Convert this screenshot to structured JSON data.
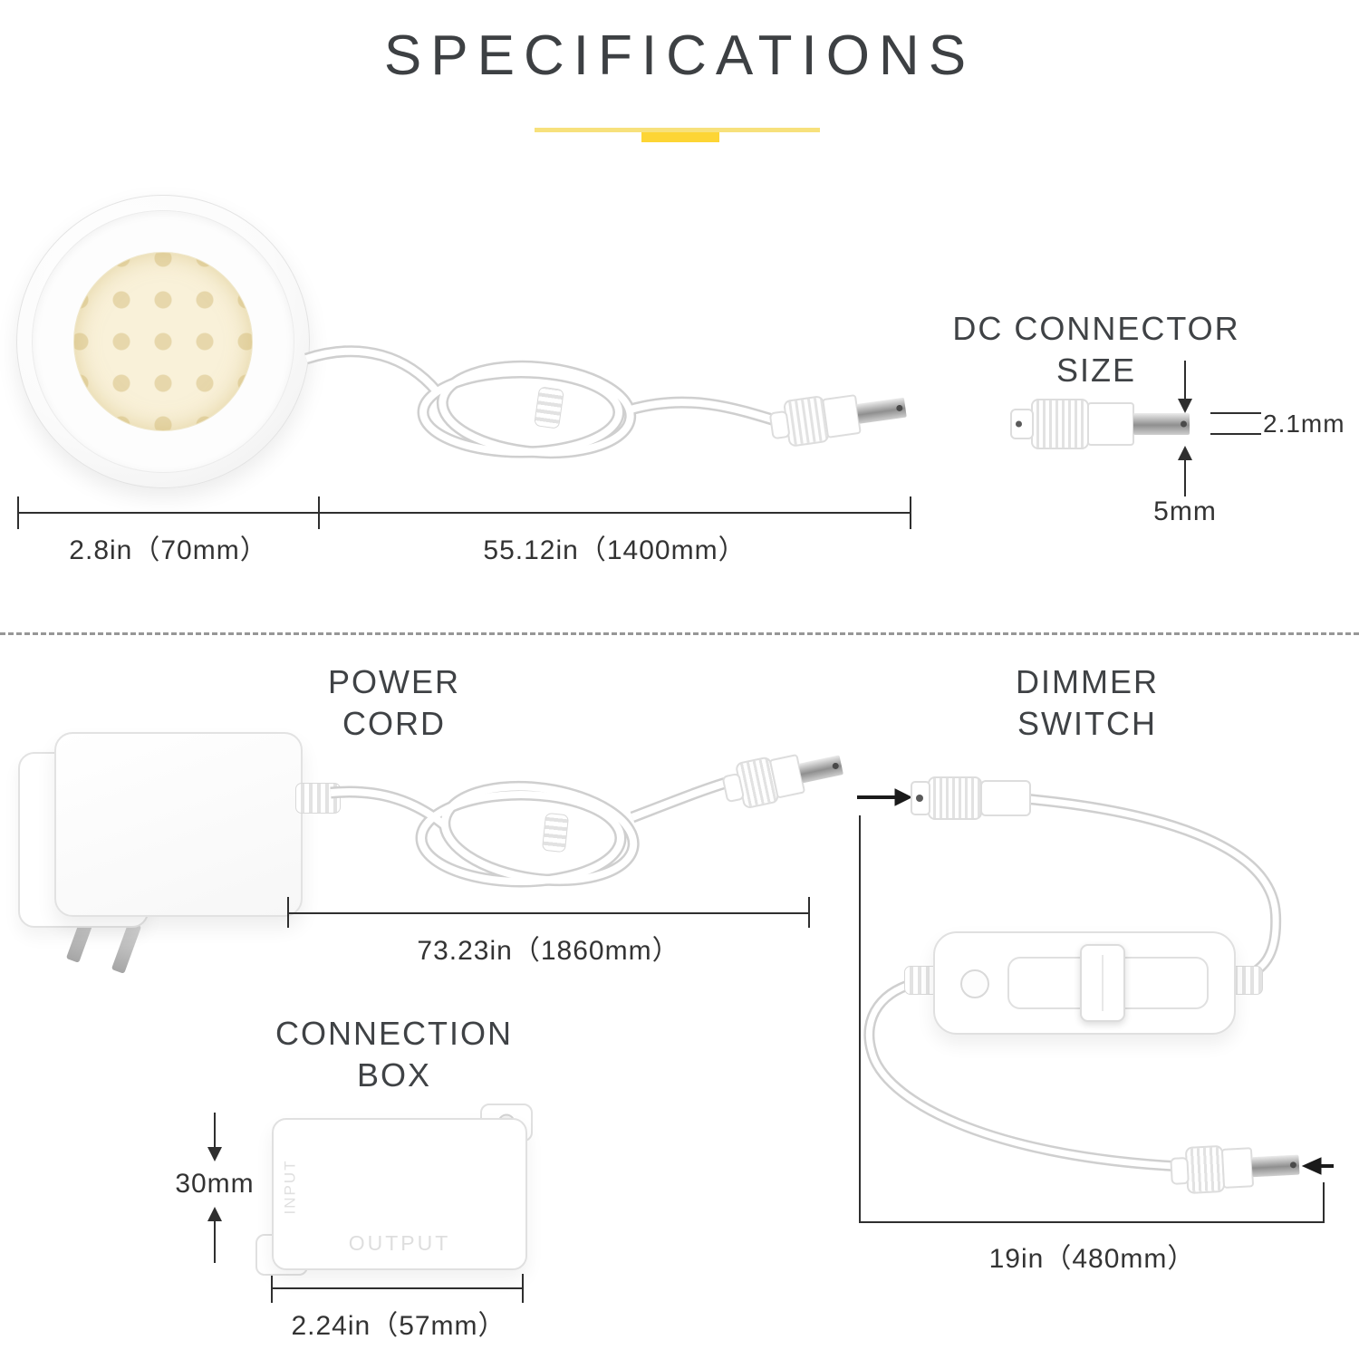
{
  "title": "SPECIFICATIONS",
  "puck": {
    "dimension": "2.8in（70mm）"
  },
  "cord": {
    "dimension": "55.12in（1400mm）"
  },
  "dc_connector": {
    "title_line1": "DC CONNECTOR",
    "title_line2": "SIZE",
    "inner_diameter": "2.1mm",
    "outer_diameter": "5mm"
  },
  "power_cord": {
    "title_line1": "POWER",
    "title_line2": "CORD",
    "dimension": "73.23in（1860mm）"
  },
  "dimmer": {
    "title_line1": "DIMMER",
    "title_line2": "SWITCH",
    "dimension": "19in（480mm）"
  },
  "connection_box": {
    "title_line1": "CONNECTION",
    "title_line2": "BOX",
    "height": "30mm",
    "width": "2.24in（57mm）",
    "output_label": "OUTPUT",
    "input_label": "INPUT"
  },
  "colors": {
    "accent_yellow": "#FDD535",
    "accent_yellow_light": "#F7E17C",
    "text": "#3F4245",
    "line": "#2F2F2F"
  }
}
